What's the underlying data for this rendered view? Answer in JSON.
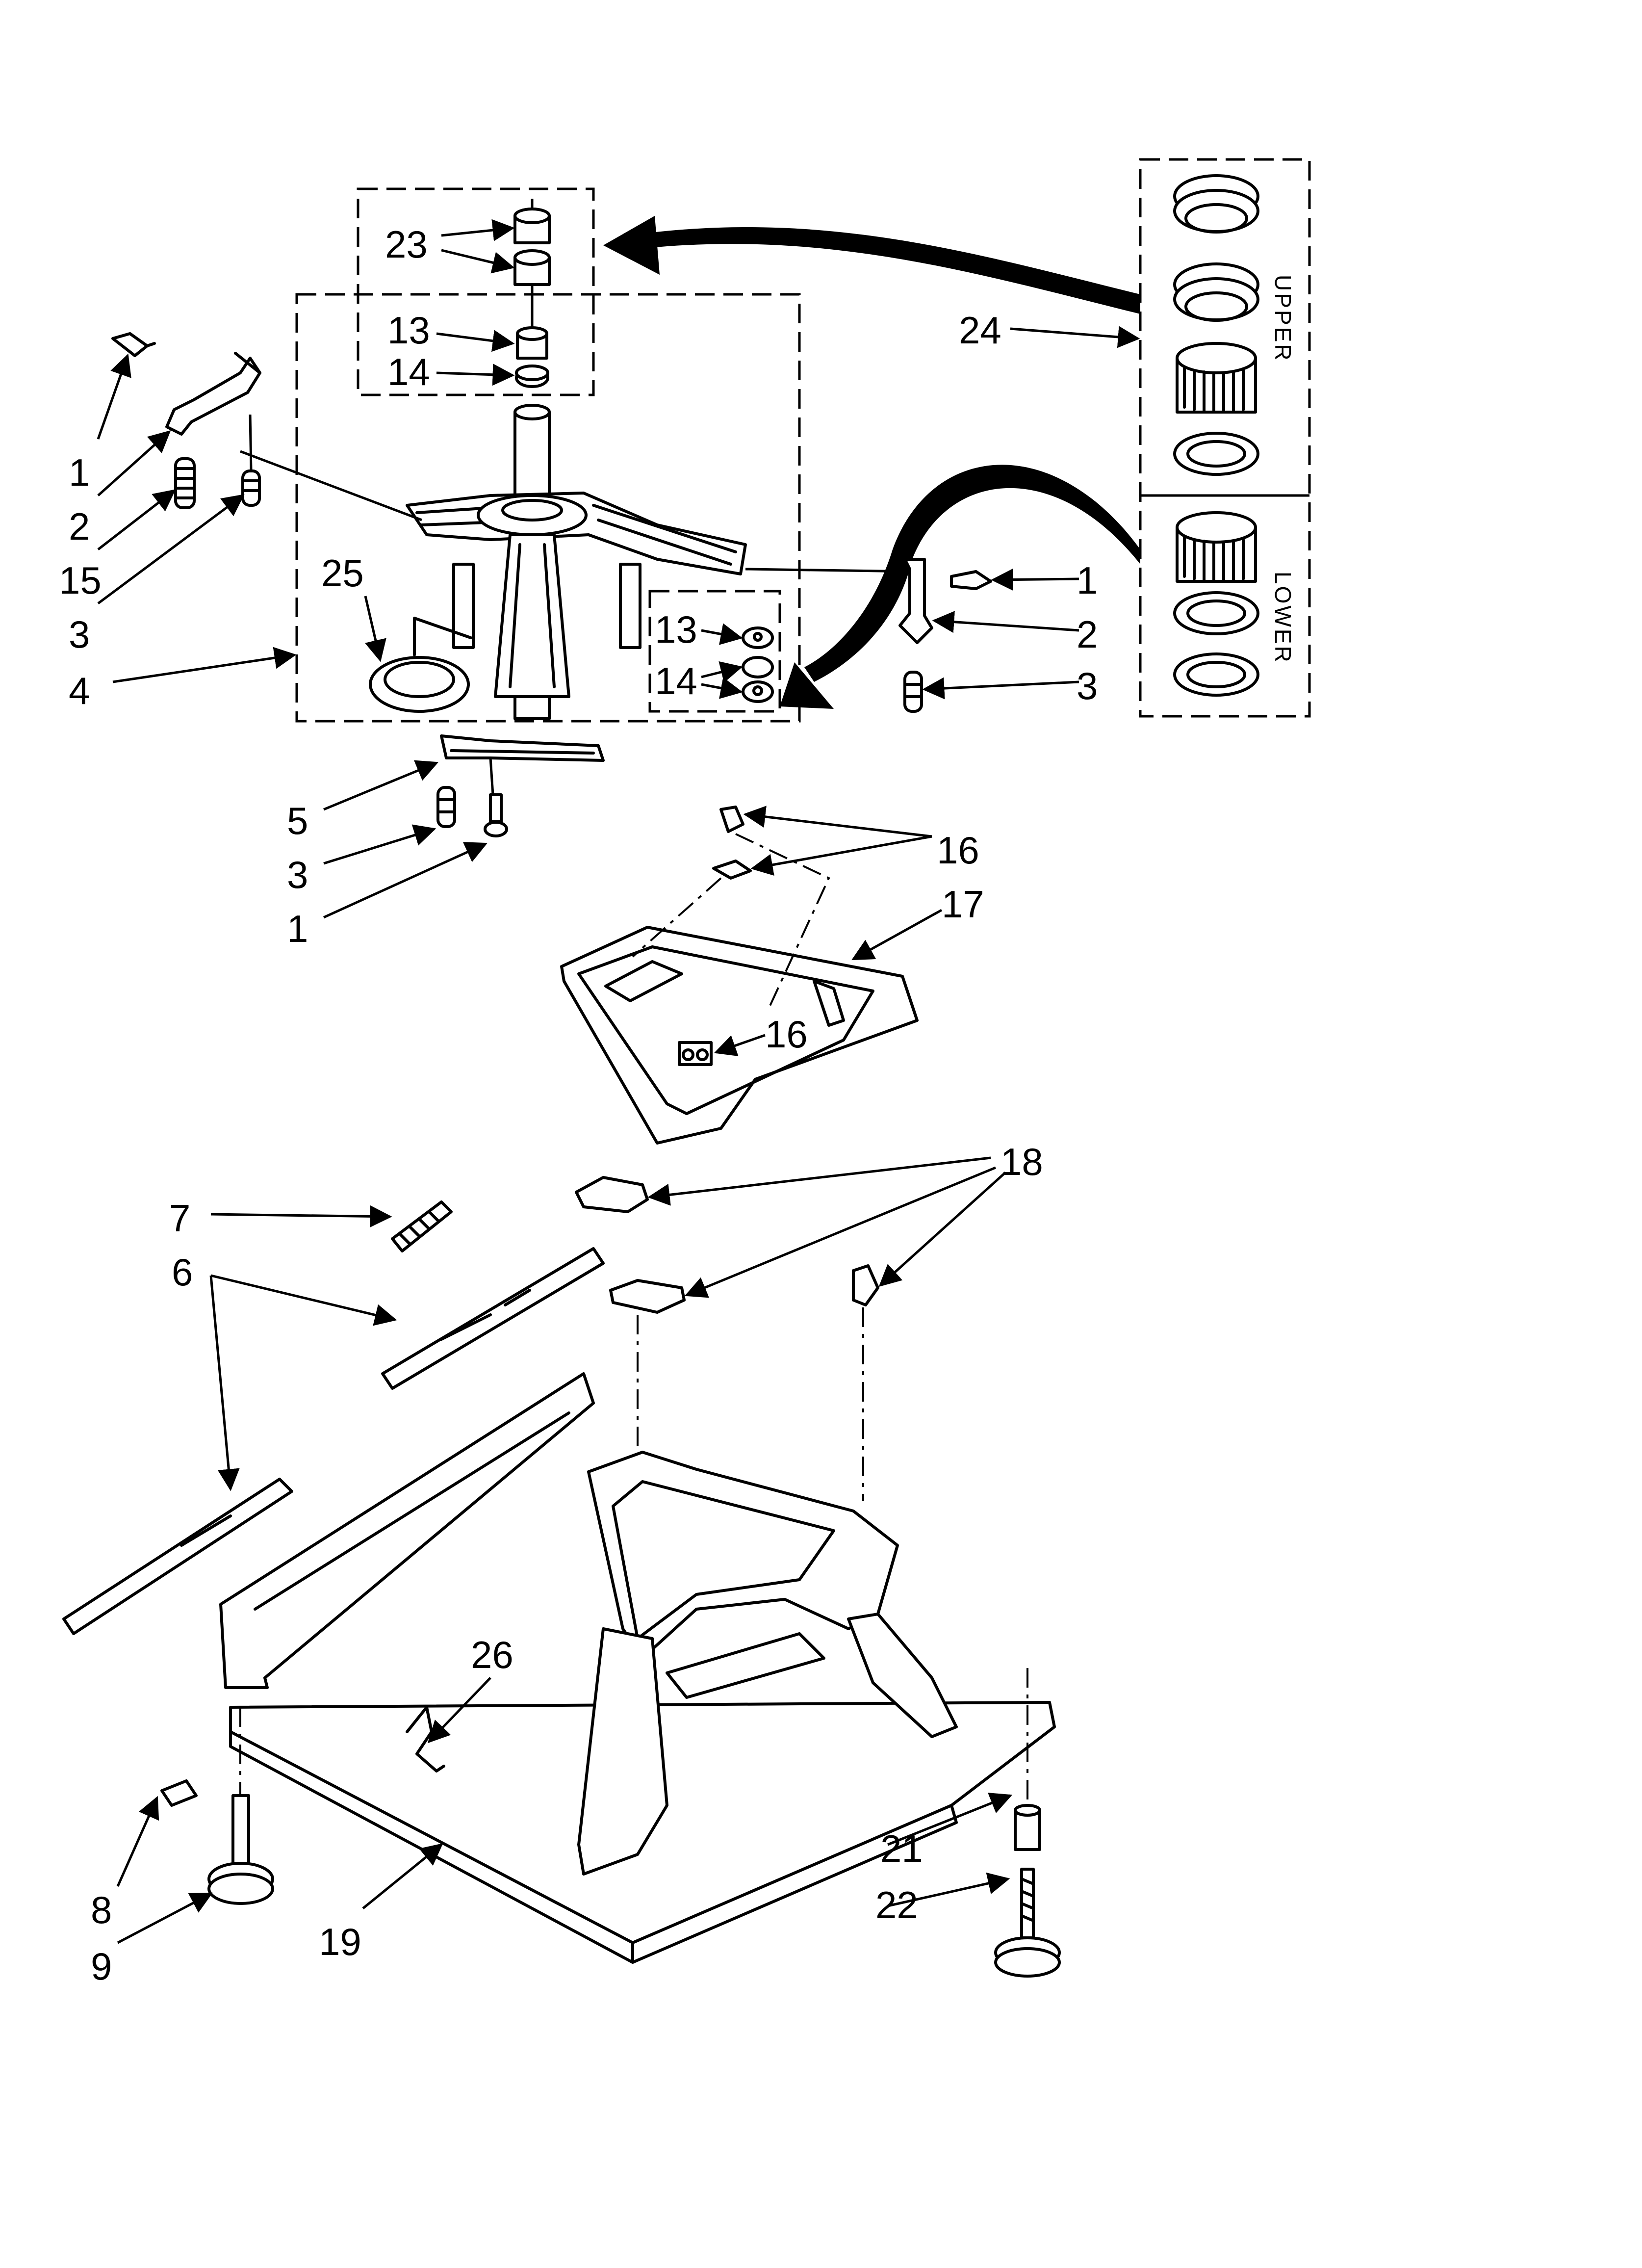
{
  "callouts": {
    "c23": "23",
    "c13_top": "13",
    "c14_top": "14",
    "c24": "24",
    "c1_left": "1",
    "c2_left": "2",
    "c15": "15",
    "c3_left": "3",
    "c4": "4",
    "c25": "25",
    "c13_box": "13",
    "c14_box": "14",
    "c1_right": "1",
    "c2_right": "2",
    "c3_right": "3",
    "c5": "5",
    "c3_lower": "3",
    "c1_lower": "1",
    "c16_top": "16",
    "c17": "17",
    "c16_mid": "16",
    "c18": "18",
    "c7": "7",
    "c6": "6",
    "c26": "26",
    "c21": "21",
    "c22": "22",
    "c8": "8",
    "c9": "9",
    "c19": "19"
  },
  "kit_labels": {
    "upper": "UPPER",
    "lower": "LOWER"
  },
  "colors": {
    "ink": "#000000",
    "paper": "#ffffff"
  }
}
